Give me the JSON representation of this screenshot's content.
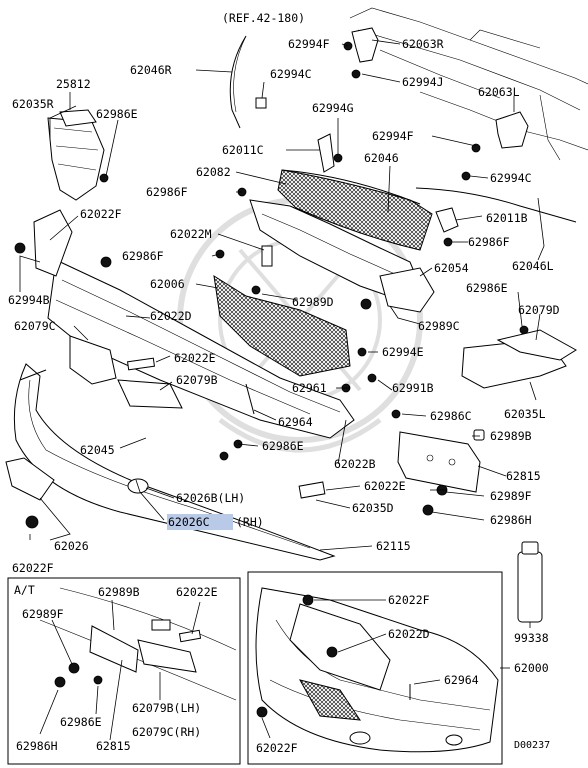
{
  "diagram": {
    "reference": "(REF.42-180)",
    "code": "D00237",
    "inset_labels": {
      "at": "A/T"
    },
    "highlight_color": "#b9c9e8",
    "highlighted_part": "62026C",
    "labels": [
      {
        "id": "ref",
        "text": "(REF.42-180)"
      },
      {
        "id": "p62994F_1",
        "text": "62994F"
      },
      {
        "id": "p62063R",
        "text": "62063R"
      },
      {
        "id": "p62046R",
        "text": "62046R"
      },
      {
        "id": "p62994C_1",
        "text": "62994C"
      },
      {
        "id": "p62994J",
        "text": "62994J"
      },
      {
        "id": "p25812",
        "text": "25812"
      },
      {
        "id": "p62035R",
        "text": "62035R"
      },
      {
        "id": "p62986E_1",
        "text": "62986E"
      },
      {
        "id": "p62063L",
        "text": "62063L"
      },
      {
        "id": "p62994G",
        "text": "62994G"
      },
      {
        "id": "p62994F_2",
        "text": "62994F"
      },
      {
        "id": "p62011C",
        "text": "62011C"
      },
      {
        "id": "p62082",
        "text": "62082"
      },
      {
        "id": "p62046",
        "text": "62046"
      },
      {
        "id": "p62994C_2",
        "text": "62994C"
      },
      {
        "id": "p62986F_1",
        "text": "62986F"
      },
      {
        "id": "p62022F_1",
        "text": "62022F"
      },
      {
        "id": "p62011B",
        "text": "62011B"
      },
      {
        "id": "p62022M",
        "text": "62022M"
      },
      {
        "id": "p62986F_2",
        "text": "62986F"
      },
      {
        "id": "p62986F_3",
        "text": "62986F"
      },
      {
        "id": "p62054",
        "text": "62054"
      },
      {
        "id": "p62046L",
        "text": "62046L"
      },
      {
        "id": "p62006",
        "text": "62006"
      },
      {
        "id": "p62994B",
        "text": "62994B"
      },
      {
        "id": "p62989D",
        "text": "62989D"
      },
      {
        "id": "p62986E_2",
        "text": "62986E"
      },
      {
        "id": "p62022D_1",
        "text": "62022D"
      },
      {
        "id": "p62079C_1",
        "text": "62079C"
      },
      {
        "id": "p62079D",
        "text": "62079D"
      },
      {
        "id": "p62989C",
        "text": "62989C"
      },
      {
        "id": "p62994E",
        "text": "62994E"
      },
      {
        "id": "p62022E_1",
        "text": "62022E"
      },
      {
        "id": "p62079B",
        "text": "62079B"
      },
      {
        "id": "p62961",
        "text": "62961"
      },
      {
        "id": "p62991B",
        "text": "62991B"
      },
      {
        "id": "p62035L",
        "text": "62035L"
      },
      {
        "id": "p62964_1",
        "text": "62964"
      },
      {
        "id": "p62986C",
        "text": "62986C"
      },
      {
        "id": "p62989B_1",
        "text": "62989B"
      },
      {
        "id": "p62045",
        "text": "62045"
      },
      {
        "id": "p62986E_3",
        "text": "62986E"
      },
      {
        "id": "p62022B",
        "text": "62022B"
      },
      {
        "id": "p62815_1",
        "text": "62815"
      },
      {
        "id": "p62022E_2",
        "text": "62022E"
      },
      {
        "id": "p62026BLH",
        "text": "62026B(LH)"
      },
      {
        "id": "p62989F_1",
        "text": "62989F"
      },
      {
        "id": "p62035D",
        "text": "62035D"
      },
      {
        "id": "p62026C",
        "text": "62026C"
      },
      {
        "id": "p62026C_rh",
        "text": "(RH)"
      },
      {
        "id": "p62986H_1",
        "text": "62986H"
      },
      {
        "id": "p62026",
        "text": "62026"
      },
      {
        "id": "p62022F_2",
        "text": "62022F"
      },
      {
        "id": "p62115",
        "text": "62115"
      },
      {
        "id": "p62989B_2",
        "text": "62989B"
      },
      {
        "id": "p62022E_3",
        "text": "62022E"
      },
      {
        "id": "p62989F_2",
        "text": "62989F"
      },
      {
        "id": "p62986E_4",
        "text": "62986E"
      },
      {
        "id": "p62079BLH",
        "text": "62079B(LH)"
      },
      {
        "id": "p62986H_2",
        "text": "62986H"
      },
      {
        "id": "p62815_2",
        "text": "62815"
      },
      {
        "id": "p62079CRH",
        "text": "62079C(RH)"
      },
      {
        "id": "p62022F_3",
        "text": "62022F"
      },
      {
        "id": "p62022D_2",
        "text": "62022D"
      },
      {
        "id": "p62964_2",
        "text": "62964"
      },
      {
        "id": "p62022F_4",
        "text": "62022F"
      },
      {
        "id": "p62000",
        "text": "62000"
      },
      {
        "id": "p99338",
        "text": "99338"
      },
      {
        "id": "code",
        "text": "D00237"
      }
    ]
  }
}
